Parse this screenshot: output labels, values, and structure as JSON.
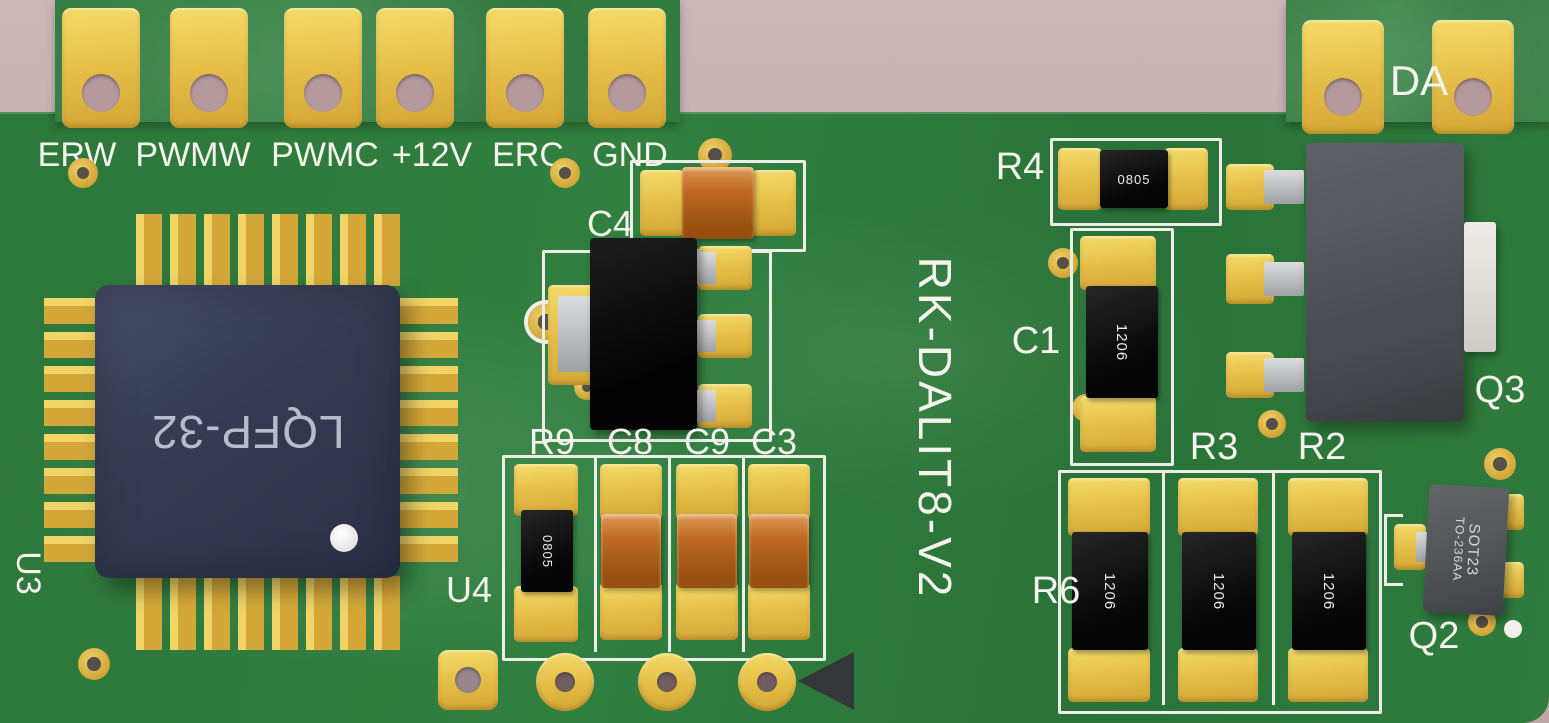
{
  "colors": {
    "background": "#c6afb1",
    "pcb_green": "#2f7c3c",
    "pad_gold": "#e9c654",
    "silkscreen": "#f5f3ee"
  },
  "silkscreen": {
    "top_labels": [
      "ERW",
      "PWMW",
      "PWMC",
      "+12V",
      "ERC",
      "GND"
    ],
    "da": "DA",
    "board_name": "RK-DALIT8-V2",
    "refs": {
      "u3": "U3",
      "u4": "U4",
      "c4": "C4",
      "r9": "R9",
      "c8": "C8",
      "c9": "C9",
      "c3": "C3",
      "r4": "R4",
      "c1": "C1",
      "r3": "R3",
      "r2": "R2",
      "r6": "R6",
      "q3": "Q3",
      "q2": "Q2"
    }
  },
  "markings": {
    "u3_package": "LQFP-32",
    "r9_size": "0805",
    "r4_size": "0805",
    "c1_size": "1206",
    "r6_size": "1206",
    "r3_size": "1206",
    "r2_size": "1206",
    "q2_line1": "SOT23",
    "q2_line2": "TO-236AA"
  }
}
